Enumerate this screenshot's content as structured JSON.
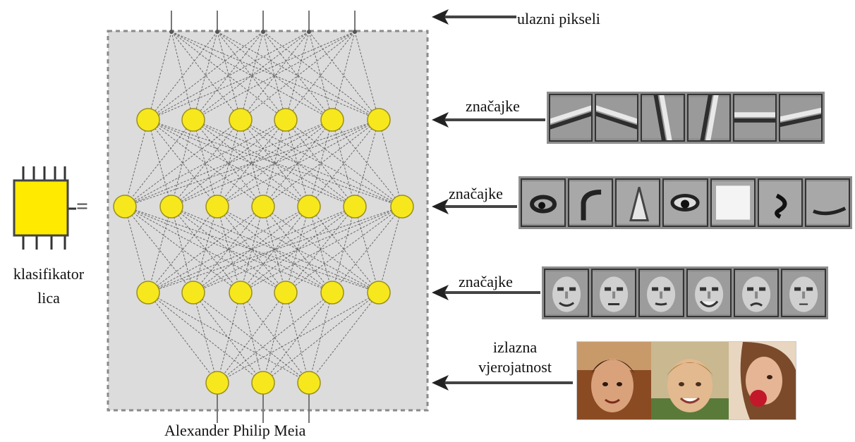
{
  "labels": {
    "input_pixels": "ulazni pikseli",
    "features_1": "značajke",
    "features_2": "značajke",
    "features_3": "značajke",
    "output_line1": "izlazna",
    "output_line2": "vjerojatnost",
    "classifier_line1": "klasifikator",
    "classifier_line2": "lica",
    "equals": "=",
    "output_names": "Alexander Philip Meia"
  },
  "network": {
    "input_nodes": 5,
    "layer_sizes": [
      6,
      7,
      6,
      3
    ],
    "node_color": "#f7e81e",
    "box_color": "#dcdcdc"
  },
  "classifier_icon": {
    "fill": "#ffea00",
    "border": "#333333"
  },
  "feature_strips": {
    "edges_tiles": 6,
    "parts_tiles": 7,
    "faces_tiles": 6
  }
}
